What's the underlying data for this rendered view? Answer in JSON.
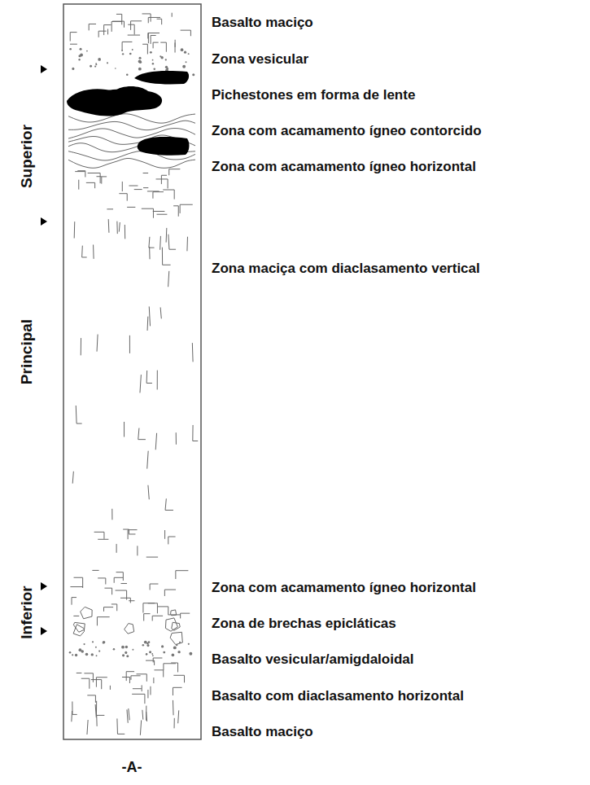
{
  "diagram": {
    "labels": [
      "Basalto maciço",
      "Zona vesicular",
      "Pichestones em forma de lente",
      "Zona com acamamento ígneo contorcido",
      "Zona com acamamento ígneo horizontal",
      "Zona maciça com diaclasamento vertical",
      "Zona com acamamento ígneo horizontal",
      "Zona de brechas epicláticas",
      "Basalto vesicular/amigdaloidal",
      "Basalto com diaclasamento horizontal",
      "Basalto maciço",
      "Superior",
      "Principal",
      "Inferior",
      "-A-"
    ]
  }
}
